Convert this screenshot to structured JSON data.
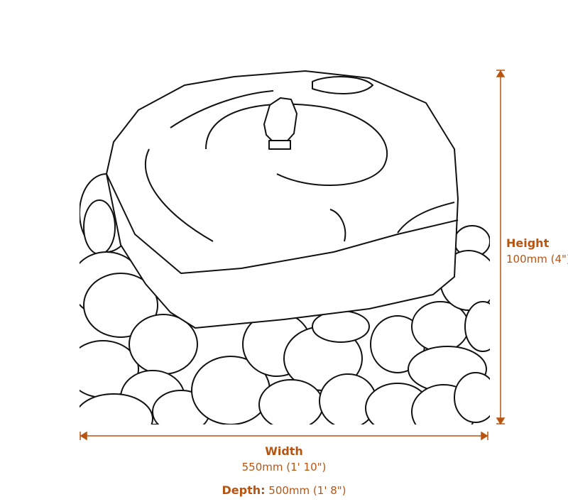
{
  "colors": {
    "accent": "#b85410",
    "line_art": "#111111"
  },
  "illustration": {
    "subject": "rock-water-feature-on-pebbles"
  },
  "dimensions": {
    "height": {
      "label": "Height",
      "value": "100mm (4\")"
    },
    "width": {
      "label": "Width",
      "value": "550mm (1' 10\")"
    },
    "depth": {
      "label": "Depth:",
      "value": "500mm (1' 8\")"
    }
  }
}
